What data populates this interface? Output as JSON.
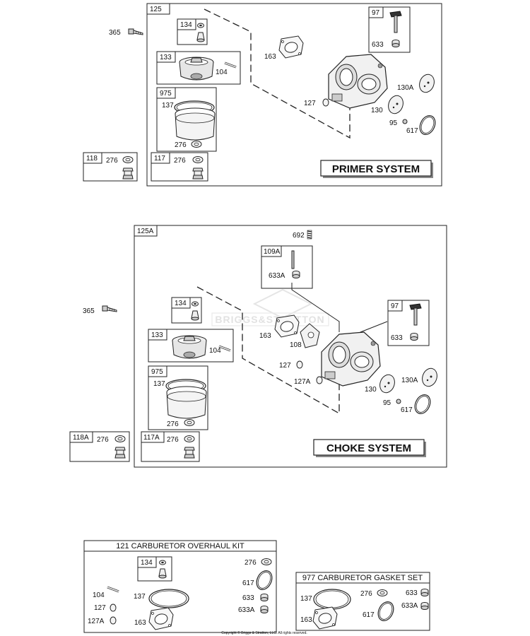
{
  "primer_section": {
    "title": "PRIMER SYSTEM",
    "assembly": "125",
    "parts": {
      "bolt": "365",
      "primer_kit": "134",
      "bowl_kit": "133",
      "pin": "104",
      "bowl_gasket_kit": "975",
      "bowl_gasket": "137",
      "washer_a": "276",
      "gasket": "163",
      "throttle_shaft_kit": "97",
      "seal": "633",
      "plate": "130A",
      "valve": "127",
      "shutter": "130",
      "screw": "95",
      "ring": "617",
      "main_jet_kit": "118",
      "main_jet_washer": "276",
      "idle_jet_kit": "117",
      "idle_jet_washer": "276"
    }
  },
  "choke_section": {
    "title": "CHOKE SYSTEM",
    "assembly": "125A",
    "parts": {
      "spring": "692",
      "choke_shaft_kit": "109A",
      "choke_seal": "633A",
      "bolt": "365",
      "primer_kit": "134",
      "throttle_shaft_kit": "97",
      "seal": "633",
      "gasket": "163",
      "plate_choke": "108",
      "bowl_kit": "133",
      "pin": "104",
      "valve": "127",
      "valve_a": "127A",
      "bowl_gasket_kit": "975",
      "bowl_gasket": "137",
      "washer_a": "276",
      "shutter": "130",
      "plate": "130A",
      "screw": "95",
      "ring": "617",
      "main_jet_kit": "118A",
      "main_jet_washer": "276",
      "idle_jet_kit": "117A",
      "idle_jet_washer": "276"
    }
  },
  "overhaul_kit": {
    "title": "121 CARBURETOR OVERHAUL KIT",
    "parts": {
      "primer_kit": "134",
      "washer": "276",
      "pin": "104",
      "bowl_gasket": "137",
      "ring": "617",
      "valve": "127",
      "seal": "633",
      "valve_a": "127A",
      "gasket": "163",
      "seal_a": "633A"
    }
  },
  "gasket_set": {
    "title": "977 CARBURETOR GASKET SET",
    "parts": {
      "bowl_gasket": "137",
      "washer": "276",
      "seal": "633",
      "ring": "617",
      "seal_a": "633A",
      "gasket": "163"
    }
  },
  "watermark": "BRIGGS&STRATTON",
  "copyright": "Copyright © Briggs & Stratton, LLC. All rights reserved."
}
